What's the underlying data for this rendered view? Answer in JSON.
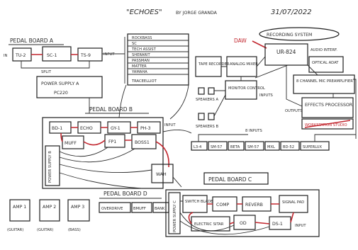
{
  "header": {
    "title": "\"ECHOES\"",
    "author": "BY JORGE GRANDA",
    "date": "31/07/2022"
  },
  "colors": {
    "ink": "#1e1e1e",
    "signal_red": "#c2262e",
    "paper": "#ffffff"
  },
  "pedal_board_a": {
    "label": "PEDAL BOARD A",
    "in_label": "IN",
    "pedals": [
      "TU-2",
      "SC-1",
      "TS-9"
    ],
    "input_label": "INPUT",
    "split_label": "SPLIT",
    "power_supply": "POWER SUPPLY A",
    "power_model": "PC220"
  },
  "amp_models": {
    "items": [
      "ROCKBASS",
      "SC",
      "TECH ASSIST",
      "SHERARIT",
      "PASSMAN",
      "MATTER",
      "YAMAHA",
      "TRACEELLIOT"
    ]
  },
  "pedal_board_b": {
    "label": "PEDAL BOARD B",
    "pedals": [
      "BD-1",
      "ECHO",
      "GY-1",
      "PH-3"
    ],
    "pedals_lower": [
      "MUFF",
      "FP1",
      "BOSS1"
    ],
    "wah": "WAH",
    "power_supply": "POWER SUPPLY B",
    "input_label": "INPUT"
  },
  "recording_system": {
    "label": "RECORDING SYSTEM",
    "daw": "DAW",
    "interface": "UR-824",
    "audio_label": "AUDIO INTERF.",
    "optical": "OPTICAL ADAT",
    "preamp": "8 CHANNEL MIC PREAMPLIFIER",
    "tape": "TAPE RECORDER",
    "analog_mixer": "ANALOG MIXER",
    "monitor": "MONITOR CONTROL",
    "speakers_a": "SPEAKERS A",
    "speakers_b": "SPEAKERS B",
    "effects": "EFFECTS PROCESSOR",
    "workstation": "WORKSTATION STUDIO",
    "inputs_label": "INPUTS",
    "outputs_label": "OUTPUTS",
    "mics": [
      "L3-4",
      "SM-57",
      "BETA",
      "SM-57",
      "MXL",
      "BD-52",
      "SUPERLUX"
    ],
    "mic_label": "8 INPUTS"
  },
  "pedal_board_c": {
    "label": "PEDAL BOARD C",
    "pedals": [
      "SWITCH BLADE",
      "COMP",
      "REVERB",
      "SIGNAL PAD"
    ],
    "pedals_lower": [
      "ELECTRIC SITAR",
      "OD",
      "DS-1"
    ],
    "power_supply": "POWER SUPPLY C",
    "input_label": "INPUT"
  },
  "pedal_board_d": {
    "label": "PEDAL BOARD D",
    "items": [
      "OVERDRIVE",
      "BMUFF",
      "BANK"
    ]
  },
  "amps": [
    {
      "name": "AMP 1",
      "note": "(GUITAR)"
    },
    {
      "name": "AMP 2",
      "note": "(GUITAR)"
    },
    {
      "name": "AMP 3",
      "note": "(BASS)"
    }
  ]
}
